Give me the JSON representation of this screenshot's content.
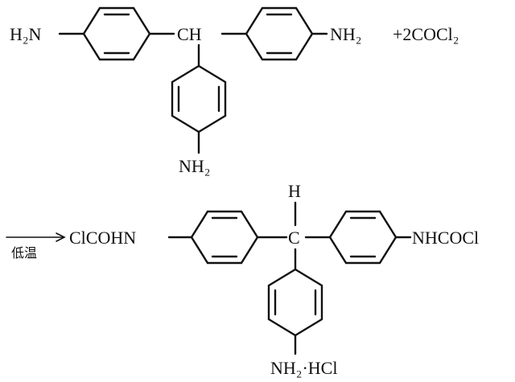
{
  "reactant": {
    "left_amine": "H₂N",
    "center_ch": "CH",
    "right_amine": "NH₂",
    "reagent": "+2COCl₂",
    "bottom_amine": "NH₂"
  },
  "condition": "低温",
  "product": {
    "left_group": "ClCOHN",
    "center_h": "H",
    "center_c": "C",
    "right_group": "NHCOCl",
    "bottom_group": "NH₂·HCl"
  }
}
